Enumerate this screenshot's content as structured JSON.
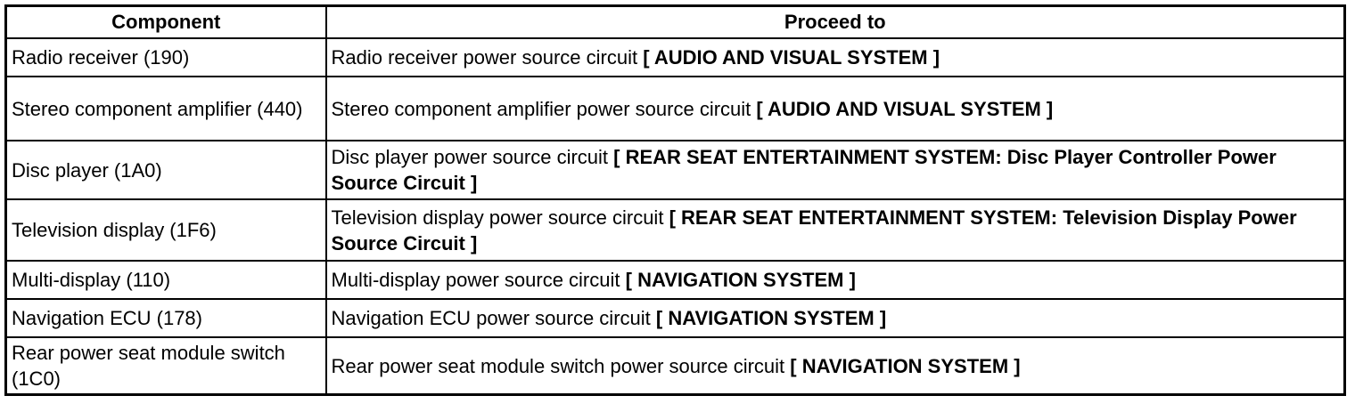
{
  "table": {
    "headers": {
      "component": "Component",
      "proceed_to": "Proceed to"
    },
    "rows": [
      {
        "component": "Radio receiver (190)",
        "circuit": "Radio receiver power source circuit",
        "reference": "[ AUDIO AND VISUAL SYSTEM ]"
      },
      {
        "component": "Stereo component amplifier (440)",
        "circuit": "Stereo component amplifier power source circuit",
        "reference": "[ AUDIO AND VISUAL SYSTEM ]"
      },
      {
        "component": "Disc player (1A0)",
        "circuit": "Disc player power source circuit",
        "reference": "[ REAR SEAT ENTERTAINMENT SYSTEM: Disc Player Controller Power Source Circuit ]"
      },
      {
        "component": "Television display (1F6)",
        "circuit": "Television display power source circuit",
        "reference": "[ REAR SEAT ENTERTAINMENT SYSTEM: Television Display Power Source Circuit ]"
      },
      {
        "component": "Multi-display (110)",
        "circuit": "Multi-display power source circuit",
        "reference": "[ NAVIGATION SYSTEM ]"
      },
      {
        "component": "Navigation ECU (178)",
        "circuit": "Navigation ECU power source circuit",
        "reference": "[ NAVIGATION SYSTEM ]"
      },
      {
        "component": "Rear power seat module switch (1C0)",
        "circuit": "Rear power seat module switch power source circuit",
        "reference": "[ NAVIGATION SYSTEM ]"
      }
    ]
  }
}
